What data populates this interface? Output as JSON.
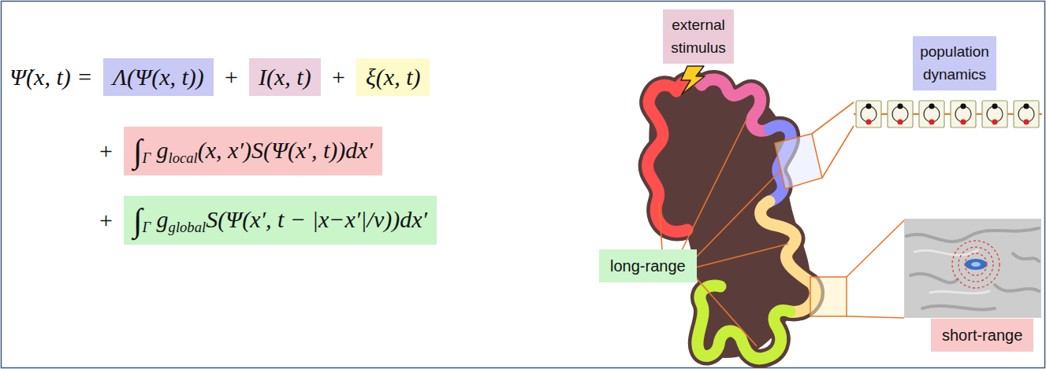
{
  "diagram": {
    "nodes": [
      {
        "text": [
          "Λ(Ψ(x, t))"
        ]
      },
      {
        "text": [
          "I(x, t)"
        ]
      },
      {
        "text": [
          "ξ(x, t)"
        ]
      },
      {
        "text": [
          "∫Γ glocal(x, x′)S(Ψ(x′, t))dx′"
        ]
      },
      {
        "text": [
          "∫Γ gglobalS(Ψ(x′, t − |x−x′|/ν))dx′"
        ]
      },
      {
        "text": [
          "external stimulus"
        ]
      },
      {
        "text": [
          "population dynamics"
        ]
      },
      {
        "text": [
          "long-range"
        ]
      },
      {
        "text": [
          "short-range"
        ]
      }
    ],
    "labels": [
      "Ψ̇(x, t) =",
      "+",
      "+",
      "+",
      "+"
    ]
  }
}
